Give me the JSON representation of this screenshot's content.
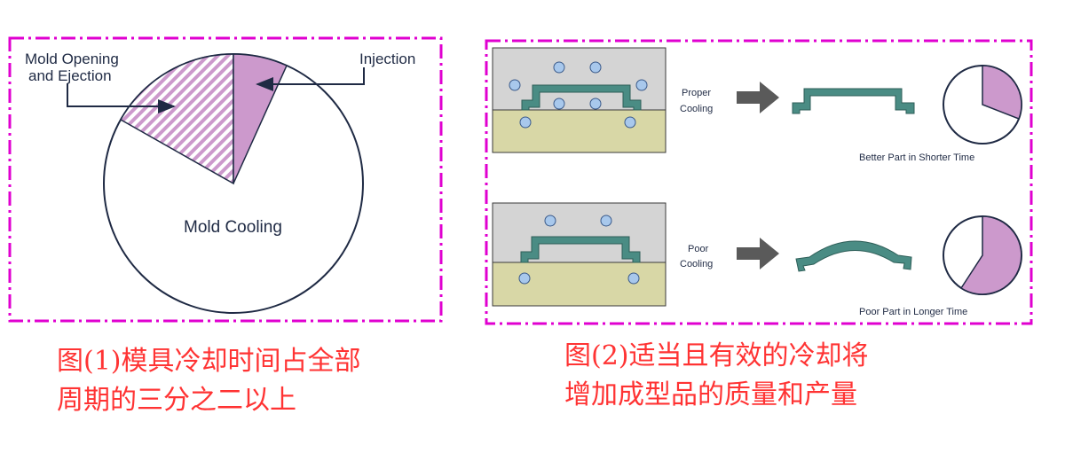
{
  "figure1": {
    "labels": {
      "mold_opening_line1": "Mold Opening",
      "mold_opening_line2": "and Ejection",
      "injection": "Injection",
      "mold_cooling": "Mold Cooling"
    },
    "caption_line1": "图(1)模具冷却时间占全部",
    "caption_line2": "周期的三分之二以上"
  },
  "figure2": {
    "proper_line1": "Proper",
    "proper_line2": "Cooling",
    "better_result": "Better Part in Shorter Time",
    "poor_line1": "Poor",
    "poor_line2": "Cooling",
    "poor_result": "Poor Part in Longer Time",
    "caption_line1": "图(2)适当且有效的冷却将",
    "caption_line2": "增加成型品的质量和产量"
  },
  "colors": {
    "frame": "#e000d0",
    "pie_fill": "#cc99cc",
    "mold_top": "#d4d4d4",
    "mold_bottom": "#d8d7a6",
    "part": "#4a8c84",
    "cooling_channel": "#a8c8ec",
    "arrow": "#5a5a5a",
    "caption": "#ff3333"
  }
}
